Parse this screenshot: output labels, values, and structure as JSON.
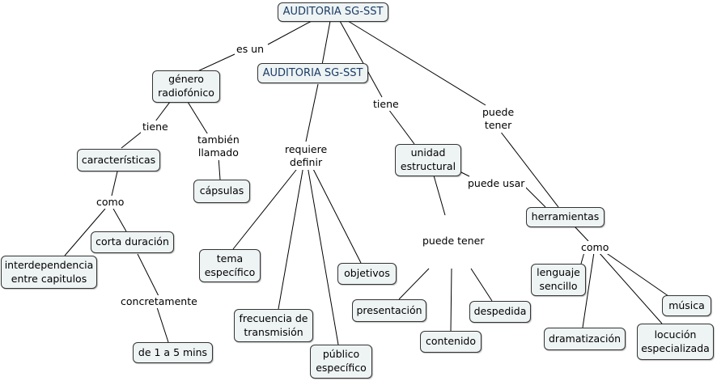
{
  "nodes": {
    "root": "AUDITORIA SG-SST",
    "center": "AUDITORIA SG-SST",
    "genero": "género\nradiofónico",
    "caracteristicas": "características",
    "capsulas": "cápsulas",
    "interdependencia": "interdependencia\nentre capitulos",
    "corta": "corta duración",
    "mins": "de 1 a 5 mins",
    "tema": "tema\nespecífico",
    "frecuencia": "frecuencia de\ntransmisión",
    "publico": "público\nespecífico",
    "objetivos": "objetivos",
    "unidad": "unidad\nestructural",
    "presentacion": "presentación",
    "contenido": "contenido",
    "despedida": "despedida",
    "herramientas": "herramientas",
    "lenguaje": "lenguaje\nsencillo",
    "dramatizacion": "dramatización",
    "locucion": "locución\nespecializada",
    "musica": "música"
  },
  "links": {
    "es_un": "es un",
    "tiene1": "tiene",
    "tambien": "también\nllamado",
    "como1": "como",
    "concretamente": "concretamente",
    "requiere": "requiere\ndefinir",
    "tiene2": "tiene",
    "puede_tener1": "puede\ntener",
    "puede_usar": "puede usar",
    "puede_tener2": "puede tener",
    "como2": "como"
  }
}
